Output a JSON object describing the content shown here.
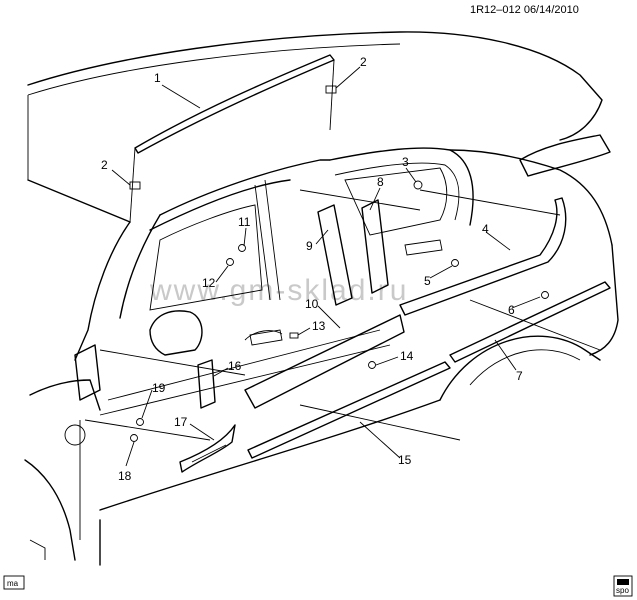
{
  "header": {
    "ref": "1R12–012  06/14/2010"
  },
  "watermark": "www.gm-sklad.ru",
  "corner_tag": "ma",
  "logo_tag": "spo",
  "callouts": [
    {
      "id": "c1",
      "label": "1"
    },
    {
      "id": "c2a",
      "label": "2"
    },
    {
      "id": "c2b",
      "label": "2"
    },
    {
      "id": "c3",
      "label": "3"
    },
    {
      "id": "c4",
      "label": "4"
    },
    {
      "id": "c5",
      "label": "5"
    },
    {
      "id": "c6",
      "label": "6"
    },
    {
      "id": "c7",
      "label": "7"
    },
    {
      "id": "c8",
      "label": "8"
    },
    {
      "id": "c9",
      "label": "9"
    },
    {
      "id": "c10",
      "label": "10"
    },
    {
      "id": "c11",
      "label": "11"
    },
    {
      "id": "c12",
      "label": "12"
    },
    {
      "id": "c13",
      "label": "13"
    },
    {
      "id": "c14",
      "label": "14"
    },
    {
      "id": "c15",
      "label": "15"
    },
    {
      "id": "c16",
      "label": "16"
    },
    {
      "id": "c17",
      "label": "17"
    },
    {
      "id": "c18",
      "label": "18"
    },
    {
      "id": "c19",
      "label": "19"
    }
  ]
}
